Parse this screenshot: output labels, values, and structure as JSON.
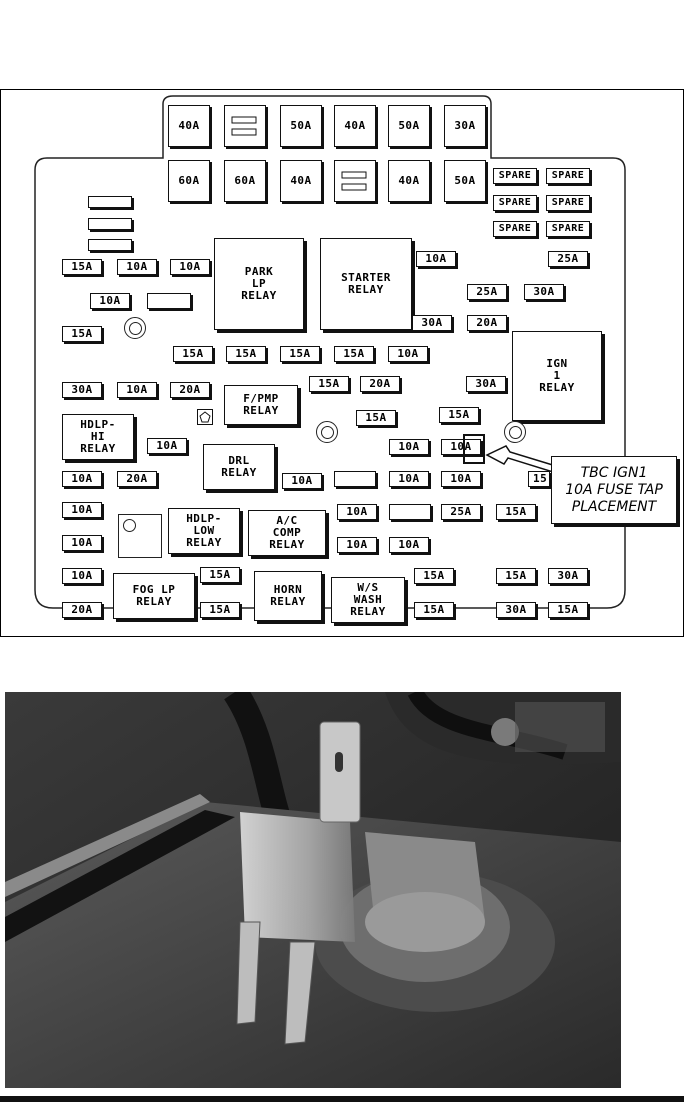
{
  "diagram": {
    "top_row_1": [
      "40A",
      "",
      "50A",
      "40A",
      "50A",
      "30A"
    ],
    "top_row_2": [
      "60A",
      "60A",
      "40A",
      "",
      "40A",
      "50A"
    ],
    "spares": [
      "SPARE",
      "SPARE",
      "SPARE",
      "SPARE",
      "SPARE",
      "SPARE"
    ],
    "fuses": {
      "f_15a_a": "15A",
      "f_10a_a": "10A",
      "f_10a_b": "10A",
      "f_10a_c": "10A",
      "f_15a_b": "15A",
      "f_10a_starter_top": "10A",
      "f_25a_right": "25A",
      "f_25a_mid": "25A",
      "f_30a_mid": "30A",
      "f_30a_starter_bot": "30A",
      "f_20a_mid": "20A",
      "row_15a_1": "15A",
      "row_15a_2": "15A",
      "row_15a_3": "15A",
      "row_15a_4": "15A",
      "row_10a_5": "10A",
      "f_30a_l": "30A",
      "f_10a_l": "10A",
      "f_20a_l": "20A",
      "f_15a_fpmp": "15A",
      "f_20a_fpmp": "20A",
      "f_30a_ign": "30A",
      "f_15a_c": "15A",
      "f_15a_d": "15A",
      "f_10a_hdlp": "10A",
      "f_10a_e": "10A",
      "f_10a_tap": "10A",
      "f_10a_l2": "10A",
      "f_20a_l2": "20A",
      "f_10a_drl": "10A",
      "f_10a_f": "10A",
      "f_10a_g": "10A",
      "f_15a_partial": "15",
      "f_10a_l3": "10A",
      "f_10a_h": "10A",
      "f_25a_h": "25A",
      "f_15a_h": "15A",
      "f_10a_l4": "10A",
      "f_10a_i": "10A",
      "f_10a_j": "10A",
      "f_10a_l5": "10A",
      "f_15a_fog": "15A",
      "f_15a_k": "15A",
      "f_15a_m": "15A",
      "f_30a_m": "30A",
      "f_20a_l6": "20A",
      "f_15a_fog2": "15A",
      "f_15a_n": "15A",
      "f_30a_n": "30A",
      "f_15a_o": "15A"
    },
    "relays": {
      "park": "PARK\nLP\nRELAY",
      "starter": "STARTER\nRELAY",
      "ign": "IGN\n1\nRELAY",
      "fpmp": "F/PMP\nRELAY",
      "hdlp_hi": "HDLP-\nHI\nRELAY",
      "drl": "DRL\nRELAY",
      "hdlp_low": "HDLP-\nLOW\nRELAY",
      "ac": "A/C\nCOMP\nRELAY",
      "fog": "FOG LP\nRELAY",
      "horn": "HORN\nRELAY",
      "ws": "W/S\nWASH\nRELAY"
    },
    "callout": [
      "TBC IGN1",
      "10A FUSE TAP",
      "PLACEMENT"
    ]
  }
}
